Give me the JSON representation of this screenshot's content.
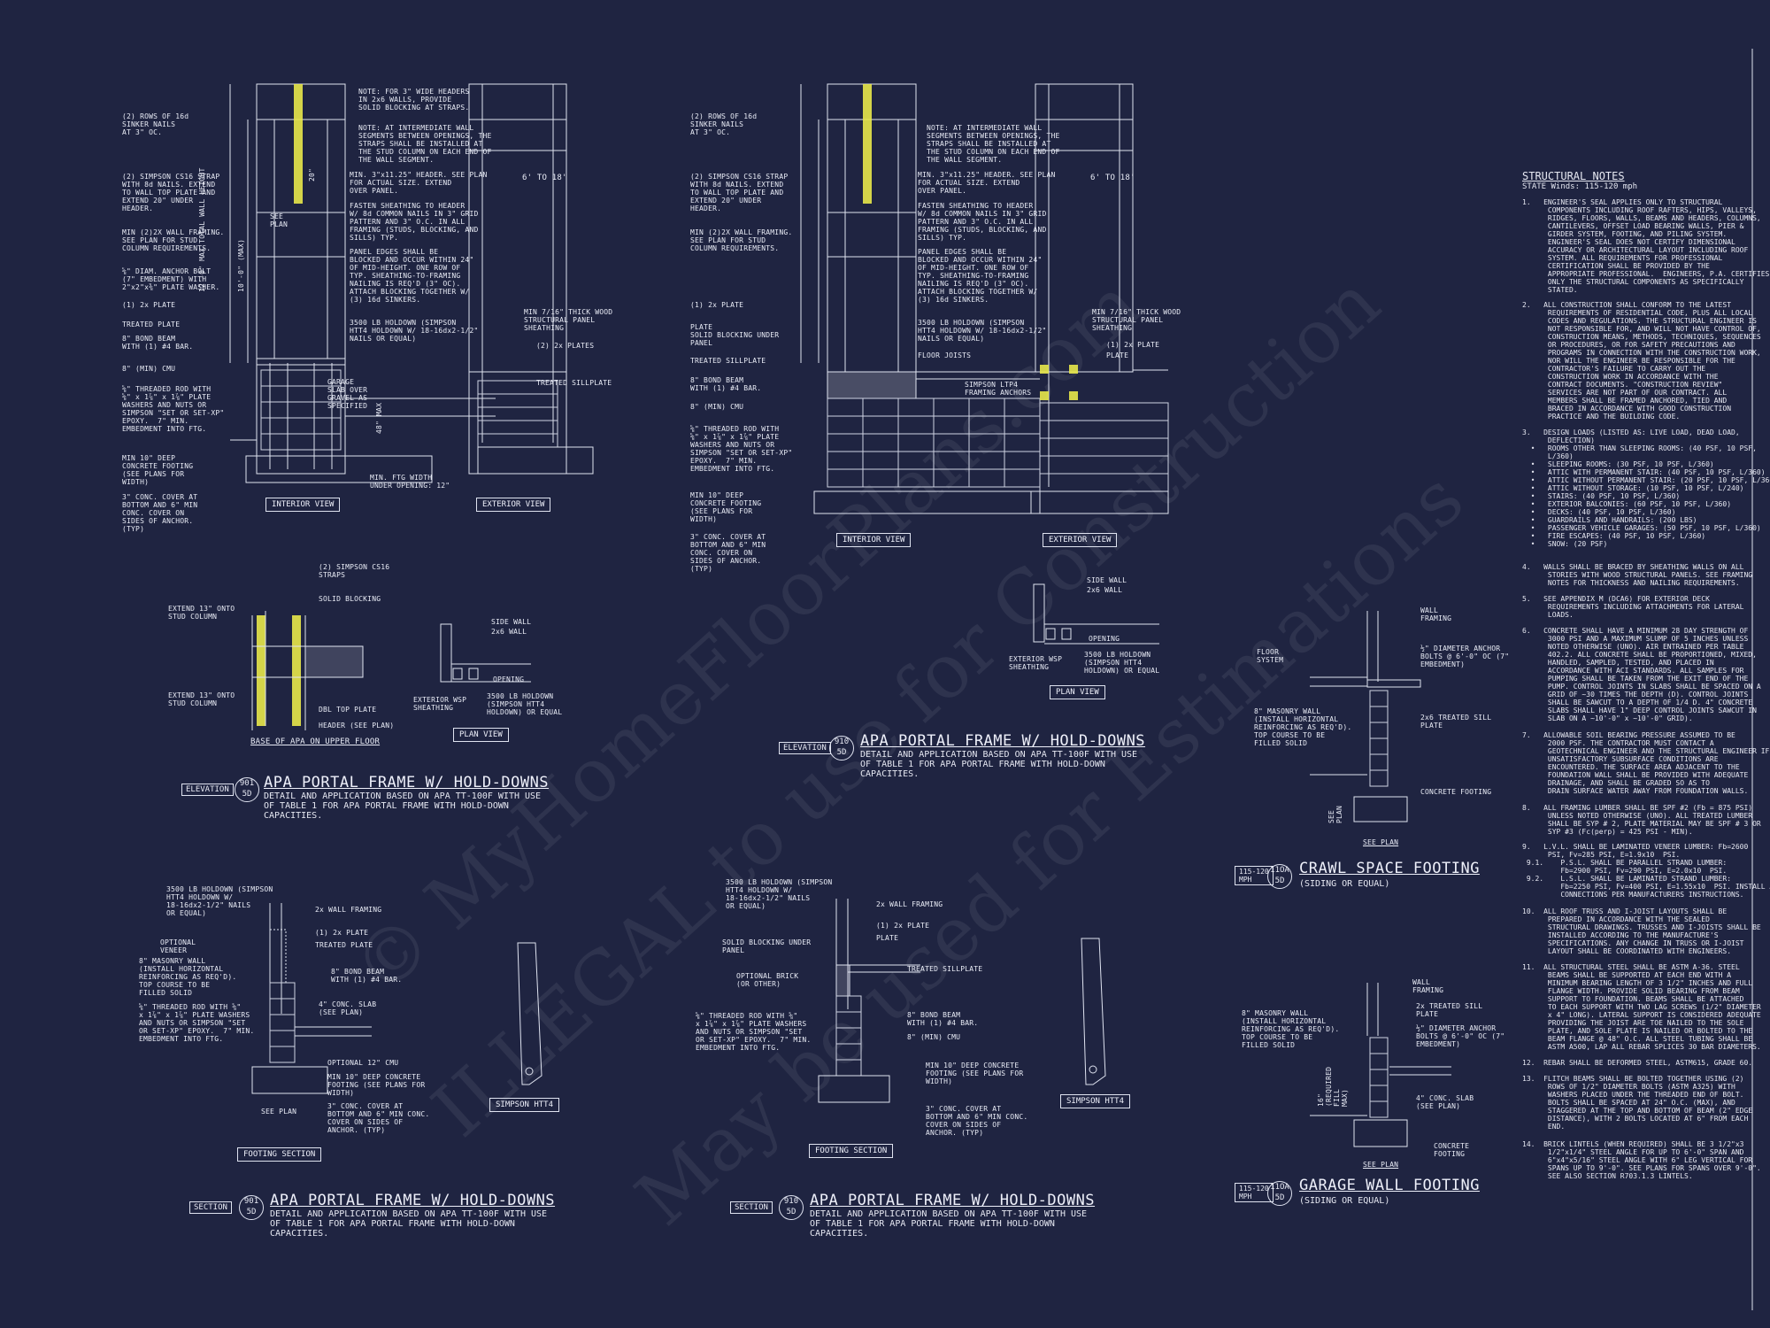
{
  "watermark": {
    "line1": "© MyHomeFloorPlans.com",
    "line2": "ILLEGAL to use for Construction",
    "line3": "May be used for Estimations"
  },
  "details": {
    "d1": {
      "notes_left": [
        "(2) ROWS OF 16d\nSINKER NAILS\nAT 3\" OC.",
        "(2) SIMPSON CS16 STRAP\nWITH 8d NAILS. EXTEND\nTO WALL TOP PLATE AND\nEXTEND 20\" UNDER\nHEADER.",
        "MIN (2)2X WALL FRAMING.\nSEE PLAN FOR STUD\nCOLUMN REQUIREMENTS.",
        "⅝\" DIAM. ANCHOR BOLT\n(7\" EMBEDMENT) WITH\n2\"x2\"x⅜\" PLATE WASHER.",
        "(1) 2x PLATE",
        "TREATED PLATE",
        "8\" BOND BEAM\nWITH (1) #4 BAR.",
        "8\" (MIN) CMU",
        "⅝\" THREADED ROD WITH\n⅝\" x 1⅞\" x 1⅞\" PLATE\nWASHERS AND NUTS OR\nSIMPSON \"SET OR SET-XP\"\nEPOXY.  7\" MIN.\nEMBEDMENT INTO FTG.",
        "MIN 10\" DEEP\nCONCRETE FOOTING\n(SEE PLANS FOR\nWIDTH)",
        "3\" CONC. COVER AT\nBOTTOM AND 6\" MIN\nCONC. COVER ON\nSIDES OF ANCHOR.\n(TYP)"
      ],
      "notes_right": [
        "NOTE: FOR 3\" WIDE HEADERS\nIN 2x6 WALLS, PROVIDE\nSOLID BLOCKING AT STRAPS.",
        "NOTE: AT INTERMEDIATE WALL\nSEGMENTS BETWEEN OPENINGS, THE\nSTRAPS SHALL BE INSTALLED AT\nTHE STUD COLUMN ON EACH END OF\nTHE WALL SEGMENT.",
        "MIN. 3\"x11.25\" HEADER. SEE PLAN\nFOR ACTUAL SIZE. EXTEND\nOVER PANEL.",
        "FASTEN SHEATHING TO HEADER\nW/ 8d COMMON NAILS IN 3\" GRID\nPATTERN AND 3\" O.C. IN ALL\nFRAMING (STUDS, BLOCKING, AND\nSILLS) TYP.",
        "PANEL EDGES SHALL BE\nBLOCKED AND OCCUR WITHIN 24\"\nOF MID-HEIGHT. ONE ROW OF\nTYP. SHEATHING-TO-FRAMING\nNAILING IS REQ'D (3\" OC).\nATTACH BLOCKING TOGETHER W/\n(3) 16d SINKERS.",
        "3500 LB HOLDOWN (SIMPSON\nHTT4 HOLDOWN W/ 18-16dx2-1/2\"\nNAILS OR EQUAL)",
        "GARAGE\nSLAB OVER\nGRAVEL AS\nSPECIFIED",
        "MIN. FTG WIDTH\nUNDER OPENING: 12\""
      ],
      "notes_ext": [
        "6' TO 18'",
        "MIN 7/16\" THICK WOOD\nSTRUCTURAL PANEL\nSHEATHING",
        "(2) 2x PLATES",
        "TREATED SILLPLATE"
      ],
      "dim_v1": "12'-0\" MAX TOTAL WALL HEIGHT",
      "dim_v2": "10'-0\" (MAX)",
      "dim_h": "20\"",
      "see_plan": "SEE\nPLAN",
      "dim_max": "48\" MAX",
      "view_interior": "INTERIOR VIEW",
      "view_exterior": "EXTERIOR VIEW"
    },
    "d2": {
      "notes_left": [
        "(2) ROWS OF 16d\nSINKER NAILS\nAT 3\" OC.",
        "(2) SIMPSON CS16 STRAP\nWITH 8d NAILS. EXTEND\nTO WALL TOP PLATE AND\nEXTEND 20\" UNDER\nHEADER.",
        "MIN (2)2X WALL FRAMING.\nSEE PLAN FOR STUD\nCOLUMN REQUIREMENTS.",
        "(1) 2x PLATE",
        "PLATE\nSOLID BLOCKING UNDER\nPANEL",
        "TREATED SILLPLATE",
        "8\" BOND BEAM\nWITH (1) #4 BAR.",
        "8\" (MIN) CMU",
        "⅝\" THREADED ROD WITH\n⅝\" x 1⅞\" x 1⅞\" PLATE\nWASHERS AND NUTS OR\nSIMPSON \"SET OR SET-XP\"\nEPOXY.  7\" MIN.\nEMBEDMENT INTO FTG.",
        "MIN 10\" DEEP\nCONCRETE FOOTING\n(SEE PLANS FOR\nWIDTH)",
        "3\" CONC. COVER AT\nBOTTOM AND 6\" MIN\nCONC. COVER ON\nSIDES OF ANCHOR.\n(TYP)"
      ],
      "notes_right": [
        "NOTE: AT INTERMEDIATE WALL\nSEGMENTS BETWEEN OPENINGS, THE\nSTRAPS SHALL BE INSTALLED AT\nTHE STUD COLUMN ON EACH END OF\nTHE WALL SEGMENT.",
        "MIN. 3\"x11.25\" HEADER. SEE PLAN\nFOR ACTUAL SIZE. EXTEND\nOVER PANEL.",
        "FASTEN SHEATHING TO HEADER\nW/ 8d COMMON NAILS IN 3\" GRID\nPATTERN AND 3\" O.C. IN ALL\nFRAMING (STUDS, BLOCKING, AND\nSILLS) TYP.",
        "PANEL EDGES SHALL BE\nBLOCKED AND OCCUR WITHIN 24\"\nOF MID-HEIGHT. ONE ROW OF\nTYP. SHEATHING-TO-FRAMING\nNAILING IS REQ'D (3\" OC).\nATTACH BLOCKING TOGETHER W/\n(3) 16d SINKERS.",
        "3500 LB HOLDOWN (SIMPSON\nHTT4 HOLDOWN W/ 18-16dx2-1/2\"\nNAILS OR EQUAL)",
        "FLOOR JOISTS",
        "SIMPSON LTP4\nFRAMING ANCHORS"
      ],
      "notes_ext": [
        "6' TO 18'",
        "MIN 7/16\" THICK WOOD\nSTRUCTURAL PANEL\nSHEATHING",
        "(1) 2x PLATE",
        "PLATE"
      ],
      "view_interior": "INTERIOR VIEW",
      "view_exterior": "EXTERIOR VIEW"
    },
    "base_apa": {
      "notes": [
        "(2) SIMPSON CS16\nSTRAPS",
        "SOLID BLOCKING",
        "EXTEND 13\" ONTO\nSTUD COLUMN",
        "EXTEND 13\" ONTO\nSTUD COLUMN",
        "DBL TOP PLATE",
        "HEADER (SEE PLAN)"
      ],
      "caption": "BASE OF APA ON UPPER FLOOR"
    },
    "plan1": {
      "notes": [
        "SIDE WALL",
        "2x6 WALL",
        "OPENING",
        "EXTERIOR WSP\nSHEATHING",
        "3500 LB HOLDOWN\n(SIMPSON HTT4\nHOLDOWN) OR EQUAL"
      ],
      "label": "PLAN VIEW"
    },
    "plan2": {
      "notes": [
        "SIDE WALL",
        "2x6 WALL",
        "OPENING",
        "EXTERIOR WSP\nSHEATHING",
        "3500 LB HOLDOWN\n(SIMPSON HTT4\nHOLDOWN) OR EQUAL"
      ],
      "label": "PLAN VIEW"
    },
    "footing1": {
      "notes": [
        "3500 LB HOLDOWN (SIMPSON\nHTT4 HOLDOWN W/\n18-16dx2-1/2\" NAILS\nOR EQUAL)",
        "2x WALL FRAMING",
        "(1) 2x PLATE",
        "TREATED PLATE",
        "OPTIONAL\nVENEER",
        "8\" MASONRY WALL\n(INSTALL HORIZONTAL\nREINFORCING AS REQ'D).\nTOP COURSE TO BE\nFILLED SOLID",
        "8\" BOND BEAM\nWITH (1) #4 BAR.",
        "⅝\" THREADED ROD WITH ⅝\"\nx 1⅞\" x 1⅞\" PLATE WASHERS\nAND NUTS OR SIMPSON \"SET\nOR SET-XP\" EPOXY.  7\" MIN.\nEMBEDMENT INTO FTG.",
        "4\" CONC. SLAB\n(SEE PLAN)",
        "OPTIONAL 12\" CMU",
        "MIN 10\" DEEP CONCRETE\nFOOTING (SEE PLANS FOR\nWIDTH)",
        "3\" CONC. COVER AT\nBOTTOM AND 6\" MIN CONC.\nCOVER ON SIDES OF\nANCHOR. (TYP)",
        "SEE PLAN"
      ],
      "label": "FOOTING SECTION",
      "htt4": "SIMPSON HTT4"
    },
    "footing2": {
      "notes": [
        "3500 LB HOLDOWN (SIMPSON\nHTT4 HOLDOWN W/\n18-16dx2-1/2\" NAILS\nOR EQUAL)",
        "2x WALL FRAMING",
        "(1) 2x PLATE",
        "PLATE",
        "SOLID BLOCKING UNDER\nPANEL",
        "TREATED SILLPLATE",
        "OPTIONAL BRICK\n(OR OTHER)",
        "⅝\" THREADED ROD WITH ⅝\"\nx 1⅞\" x 1⅞\" PLATE WASHERS\nAND NUTS OR SIMPSON \"SET\nOR SET-XP\" EPOXY.  7\" MIN.\nEMBEDMENT INTO FTG.",
        "8\" BOND BEAM\nWITH (1) #4 BAR.",
        "8\" (MIN) CMU",
        "MIN 10\" DEEP CONCRETE\nFOOTING (SEE PLANS FOR\nWIDTH)",
        "3\" CONC. COVER AT\nBOTTOM AND 6\" MIN CONC.\nCOVER ON SIDES OF\nANCHOR. (TYP)"
      ],
      "label": "FOOTING SECTION",
      "htt4": "SIMPSON HTT4"
    },
    "crawl": {
      "notes": [
        "WALL\nFRAMING",
        "½\" DIAMETER ANCHOR\nBOLTS @ 6'-0\" OC (7\"\nEMBEDMENT)",
        "FLOOR\nSYSTEM",
        "8\" MASONRY WALL\n(INSTALL HORIZONTAL\nREINFORCING AS REQ'D).\nTOP COURSE TO BE\nFILLED SOLID",
        "2x6 TREATED SILL\nPLATE",
        "CONCRETE FOOTING",
        "SEE\nPLAN"
      ],
      "label": "SEE PLAN",
      "tag_mph": "115-120\nMPH",
      "bubble_top": "11OA",
      "bubble_bot": "5D",
      "title": "CRAWL SPACE FOOTING",
      "subtitle": "(SIDING OR EQUAL)"
    },
    "garage": {
      "notes": [
        "WALL\nFRAMING",
        "2x TREATED SILL\nPLATE",
        "8\" MASONRY WALL\n(INSTALL HORIZONTAL\nREINFORCING AS REQ'D).\nTOP COURSE TO BE\nFILLED SOLID",
        "½\" DIAMETER ANCHOR\nBOLTS @ 6'-0\" OC (7\"\nEMBEDMENT)",
        "4\" CONC. SLAB\n(SEE PLAN)",
        "CONCRETE\nFOOTING",
        "16\"\n(REQUIRED\nFILL\nMAX)"
      ],
      "label": "SEE PLAN",
      "tag_mph": "115-120\nMPH",
      "bubble_top": "11OA",
      "bubble_bot": "5D",
      "title": "GARAGE WALL FOOTING",
      "subtitle": "(SIDING OR EQUAL)"
    }
  },
  "titles": [
    {
      "id": "t1",
      "tag": "ELEVATION",
      "b1": "901",
      "b2": "5D",
      "title": "APA PORTAL FRAME W/ HOLD-DOWNS",
      "desc": "DETAIL AND APPLICATION BASED ON APA TT-100F WITH USE\nOF TABLE 1 FOR APA PORTAL FRAME WITH HOLD-DOWN\nCAPACITIES."
    },
    {
      "id": "t2",
      "tag": "ELEVATION",
      "b1": "910",
      "b2": "5D",
      "title": "APA PORTAL FRAME W/ HOLD-DOWNS",
      "desc": "DETAIL AND APPLICATION BASED ON APA TT-100F WITH USE\nOF TABLE 1 FOR APA PORTAL FRAME WITH HOLD-DOWN\nCAPACITIES."
    },
    {
      "id": "t3",
      "tag": "SECTION",
      "b1": "901",
      "b2": "5D",
      "title": "APA PORTAL FRAME W/ HOLD-DOWNS",
      "desc": "DETAIL AND APPLICATION BASED ON APA TT-100F WITH USE\nOF TABLE 1 FOR APA PORTAL FRAME WITH HOLD-DOWN\nCAPACITIES."
    },
    {
      "id": "t4",
      "tag": "SECTION",
      "b1": "910",
      "b2": "5D",
      "title": "APA PORTAL FRAME W/ HOLD-DOWNS",
      "desc": "DETAIL AND APPLICATION BASED ON APA TT-100F WITH USE\nOF TABLE 1 FOR APA PORTAL FRAME WITH HOLD-DOWN\nCAPACITIES."
    }
  ],
  "structural_notes": {
    "title": "STRUCTURAL NOTES",
    "subtitle": "STATE Winds: 115-120 mph",
    "items": [
      "1.   ENGINEER'S SEAL APPLIES ONLY TO STRUCTURAL\n      COMPONENTS INCLUDING ROOF RAFTERS, HIPS, VALLEYS,\n      RIDGES, FLOORS, WALLS, BEAMS AND HEADERS, COLUMNS,\n      CANTILEVERS, OFFSET LOAD BEARING WALLS, PIER &\n      GIRDER SYSTEM, FOOTING, AND PILING SYSTEM.\n      ENGINEER'S SEAL DOES NOT CERTIFY DIMENSIONAL\n      ACCURACY OR ARCHITECTURAL LAYOUT INCLUDING ROOF\n      SYSTEM. ALL REQUIREMENTS FOR PROFESSIONAL\n      CERTIFICATION SHALL BE PROVIDED BY THE\n      APPROPRIATE PROFESSIONAL.  ENGINEERS, P.A. CERTIFIES\n      ONLY THE STRUCTURAL COMPONENTS AS SPECIFICALLY\n      STATED.",
      "2.   ALL CONSTRUCTION SHALL CONFORM TO THE LATEST\n      REQUIREMENTS OF RESIDENTIAL CODE, PLUS ALL LOCAL\n      CODES AND REGULATIONS. THE STRUCTURAL ENGINEER IS\n      NOT RESPONSIBLE FOR, AND WILL NOT HAVE CONTROL OF,\n      CONSTRUCTION MEANS, METHODS, TECHNIQUES, SEQUENCES\n      OR PROCEDURES, OR FOR SAFETY PRECAUTIONS AND\n      PROGRAMS IN CONNECTION WITH THE CONSTRUCTION WORK,\n      NOR WILL THE ENGINEER BE RESPONSIBLE FOR THE\n      CONTRACTOR'S FAILURE TO CARRY OUT THE\n      CONSTRUCTION WORK IN ACCORDANCE WITH THE\n      CONTRACT DOCUMENTS. \"CONSTRUCTION REVIEW\"\n      SERVICES ARE NOT PART OF OUR CONTRACT. ALL\n      MEMBERS SHALL BE FRAMED ANCHORED, TIED AND\n      BRACED IN ACCORDANCE WITH GOOD CONSTRUCTION\n      PRACTICE AND THE BUILDING CODE.",
      "3.   DESIGN LOADS (LISTED AS: LIVE LOAD, DEAD LOAD,\n      DEFLECTION)\n  •   ROOMS OTHER THAN SLEEPING ROOMS: (40 PSF, 10 PSF,\n      L/360)\n  •   SLEEPING ROOMS: (30 PSF, 10 PSF, L/360)\n  •   ATTIC WITH PERMANENT STAIR: (40 PSF, 10 PSF, L/360)\n  •   ATTIC WITHOUT PERMANENT STAIR: (20 PSF, 10 PSF, L/360)\n  •   ATTIC WITHOUT STORAGE: (10 PSF, 10 PSF, L/240)\n  •   STAIRS: (40 PSF, 10 PSF, L/360)\n  •   EXTERIOR BALCONIES: (60 PSF, 10 PSF, L/360)\n  •   DECKS: (40 PSF, 10 PSF, L/360)\n  •   GUARDRAILS AND HANDRAILS: (200 LBS)\n  •   PASSENGER VEHICLE GARAGES: (50 PSF, 10 PSF, L/360)\n  •   FIRE ESCAPES: (40 PSF, 10 PSF, L/360)\n  •   SNOW: (20 PSF)",
      "4.   WALLS SHALL BE BRACED BY SHEATHING WALLS ON ALL\n      STORIES WITH WOOD STRUCTURAL PANELS. SEE FRAMING\n      NOTES FOR THICKNESS AND NAILING REQUIREMENTS.",
      "5.   SEE APPENDIX M (DCA6) FOR EXTERIOR DECK\n      REQUIREMENTS INCLUDING ATTACHMENTS FOR LATERAL\n      LOADS.",
      "6.   CONCRETE SHALL HAVE A MINIMUM 28 DAY STRENGTH OF\n      3000 PSI AND A MAXIMUM SLUMP OF 5 INCHES UNLESS\n      NOTED OTHERWISE (UNO). AIR ENTRAINED PER TABLE\n      402.2. ALL CONCRETE SHALL BE PROPORTIONED, MIXED,\n      HANDLED, SAMPLED, TESTED, AND PLACED IN\n      ACCORDANCE WITH ACI STANDARDS. ALL SAMPLES FOR\n      PUMPING SHALL BE TAKEN FROM THE EXIT END OF THE\n      PUMP. CONTROL JOINTS IN SLABS SHALL BE SPACED ON A\n      GRID OF ~30 TIMES THE DEPTH (D). CONTROL JOINTS\n      SHALL BE SAWCUT TO A DEPTH OF 1/4 D. 4\" CONCRETE\n      SLABS SHALL HAVE 1\" DEEP CONTROL JOINTS SAWCUT IN\n      SLAB ON A ~10'-0\" x ~10'-0\" GRID).",
      "7.   ALLOWABLE SOIL BEARING PRESSURE ASSUMED TO BE\n      2000 PSF. THE CONTRACTOR MUST CONTACT A\n      GEOTECHNICAL ENGINEER AND THE STRUCTURAL ENGINEER IF\n      UNSATISFACTORY SUBSURFACE CONDITIONS ARE\n      ENCOUNTERED. THE SURFACE AREA ADJACENT TO THE\n      FOUNDATION WALL SHALL BE PROVIDED WITH ADEQUATE\n      DRAINAGE, AND SHALL BE GRADED SO AS TO\n      DRAIN SURFACE WATER AWAY FROM FOUNDATION WALLS.",
      "8.   ALL FRAMING LUMBER SHALL BE SPF #2 (Fb = 875 PSI)\n      UNLESS NOTED OTHERWISE (UNO). ALL TREATED LUMBER\n      SHALL BE SYP # 2, PLATE MATERIAL MAY BE SPF # 3 OR\n      SYP #3 (Fc(perp) = 425 PSI - MIN).",
      "9.   L.V.L. SHALL BE LAMINATED VENEER LUMBER: Fb=2600\n      PSI, Fv=285 PSI, E=1.9x10  PSI.\n 9.1.    P.S.L. SHALL BE PARALLEL STRAND LUMBER:\n         Fb=2900 PSI, Fv=290 PSI, E=2.0x10  PSI.\n 9.2.    L.S.L. SHALL BE LAMINATED STRAND LUMBER:\n         Fb=2250 PSI, Fv=400 PSI, E=1.55x10  PSI. INSTALL ALL\n         CONNECTIONS PER MANUFACTURERS INSTRUCTIONS.",
      "10.  ALL ROOF TRUSS AND I-JOIST LAYOUTS SHALL BE\n      PREPARED IN ACCORDANCE WITH THE SEALED\n      STRUCTURAL DRAWINGS. TRUSSES AND I-JOISTS SHALL BE\n      INSTALLED ACCORDING TO THE MANUFACTURE'S\n      SPECIFICATIONS. ANY CHANGE IN TRUSS OR I-JOIST\n      LAYOUT SHALL BE COORDINATED WITH ENGINEERS.",
      "11.  ALL STRUCTURAL STEEL SHALL BE ASTM A-36. STEEL\n      BEAMS SHALL BE SUPPORTED AT EACH END WITH A\n      MINIMUM BEARING LENGTH OF 3 1/2\" INCHES AND FULL\n      FLANGE WIDTH. PROVIDE SOLID BEARING FROM BEAM\n      SUPPORT TO FOUNDATION. BEAMS SHALL BE ATTACHED\n      TO EACH SUPPORT WITH TWO LAG SCREWS (1/2\" DIAMETER\n      x 4\" LONG). LATERAL SUPPORT IS CONSIDERED ADEQUATE\n      PROVIDING THE JOIST ARE TOE NAILED TO THE SOLE\n      PLATE, AND SOLE PLATE IS NAILED OR BOLTED TO THE\n      BEAM FLANGE @ 48\" O.C. ALL STEEL TUBING SHALL BE\n      ASTM A500, LAP ALL REBAR SPLICES 30 BAR DIAMETERS.",
      "12.  REBAR SHALL BE DEFORMED STEEL, ASTM615, GRADE 60.",
      "13.  FLITCH BEAMS SHALL BE BOLTED TOGETHER USING (2)\n      ROWS OF 1/2\" DIAMETER BOLTS (ASTM A325) WITH\n      WASHERS PLACED UNDER THE THREADED END OF BOLT.\n      BOLTS SHALL BE SPACED AT 24\" O.C. (MAX), AND\n      STAGGERED AT THE TOP AND BOTTOM OF BEAM (2\" EDGE\n      DISTANCE), WITH 2 BOLTS LOCATED AT 6\" FROM EACH\n      END.",
      "14.  BRICK LINTELS (WHEN REQUIRED) SHALL BE 3 1/2\"x3\n      1/2\"x1/4\" STEEL ANGLE FOR UP TO 6'-0\" SPAN AND\n      6\"x4\"x5/16\" STEEL ANGLE WITH 6\" LEG VERTICAL FOR\n      SPANS UP TO 9'-0\". SEE PLANS FOR SPANS OVER 9'-0\".\n      SEE ALSO SECTION R703.1.3 LINTELS."
    ]
  }
}
